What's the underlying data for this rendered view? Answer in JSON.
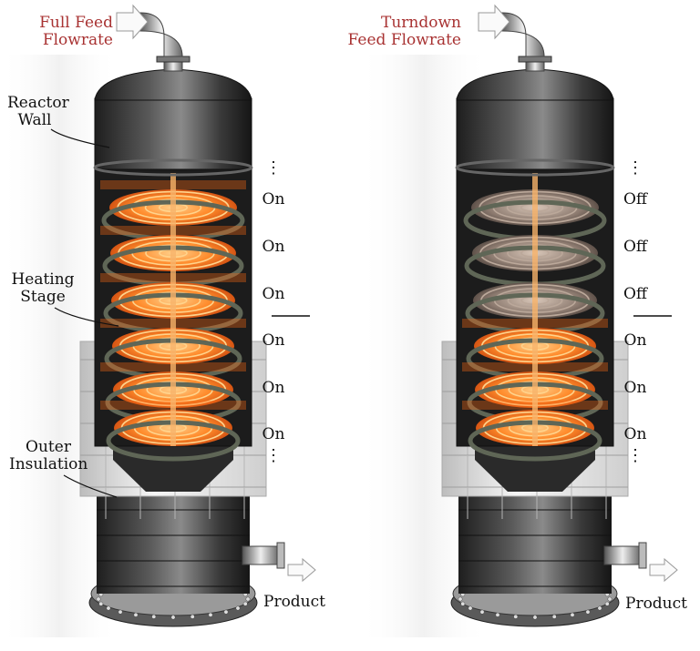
{
  "reactors": [
    {
      "id": "full",
      "feed_line1": "Full Feed",
      "feed_line2": "Flowrate",
      "product": "Product",
      "stages": [
        "On",
        "On",
        "On",
        "On",
        "On",
        "On"
      ],
      "labels": {
        "wall_line1": "Reactor",
        "wall_line2": "Wall",
        "heating_line1": "Heating",
        "heating_line2": "Stage",
        "insulation_line1": "Outer",
        "insulation_line2": "Insulation"
      }
    },
    {
      "id": "turndown",
      "feed_line1": "Turndown",
      "feed_line2": "Feed Flowrate",
      "product": "Product",
      "stages": [
        "Off",
        "Off",
        "Off",
        "On",
        "On",
        "On"
      ]
    }
  ],
  "ellipsis": "⋮",
  "colors": {
    "feed_text": "#a83232",
    "heater_on": "#ff7a1a",
    "heater_off": "#6b5a4e",
    "steel_dark": "#2f2f2f",
    "insulation": "#e8e8e8"
  }
}
